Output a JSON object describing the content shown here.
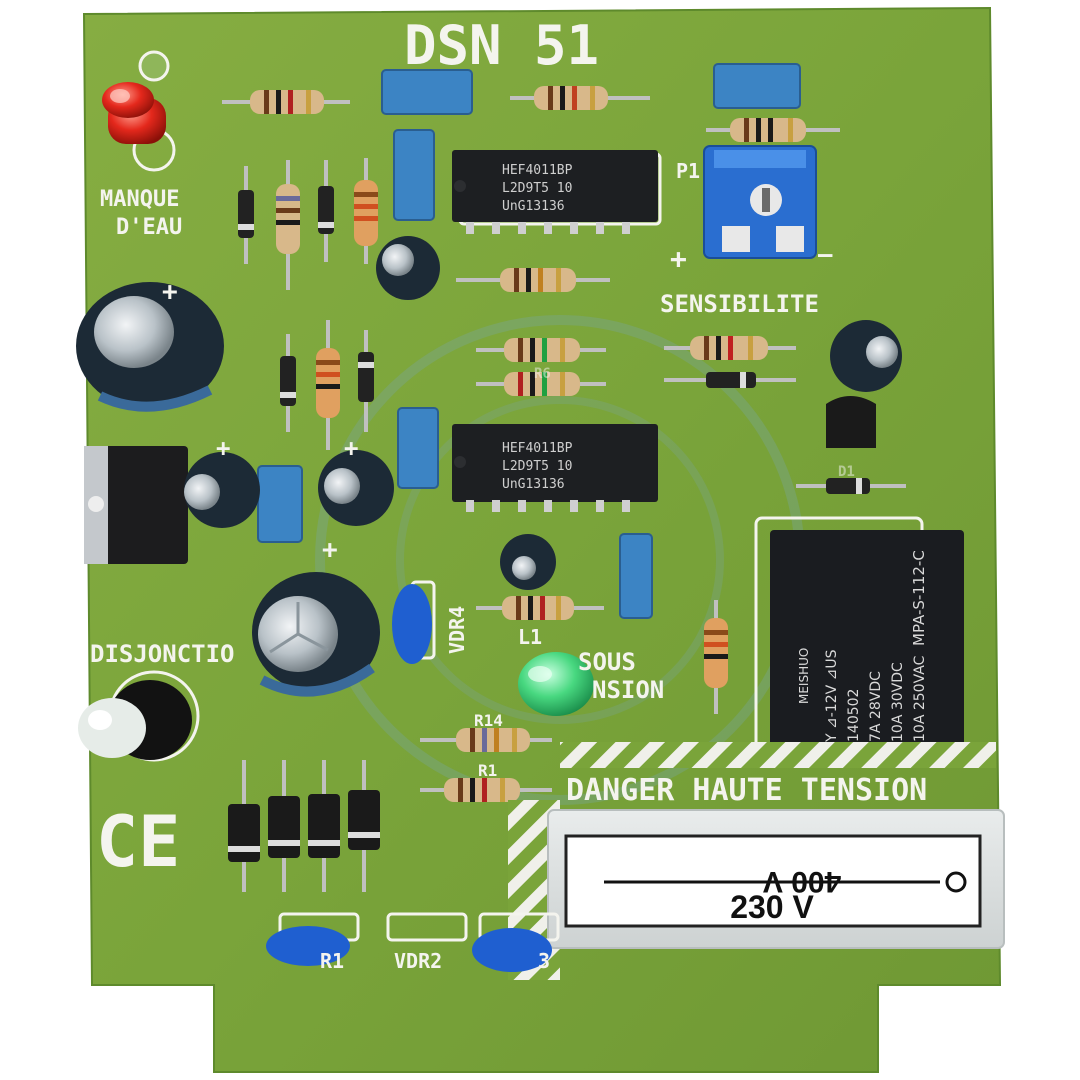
{
  "board": {
    "title": "DSN 51",
    "labels": {
      "manque_line1": "MANQUE",
      "manque_line2": "D'EAU",
      "sensibilite": "SENSIBILITE",
      "p1": "P1",
      "disjonction": "DISJONCTIO",
      "sous_line1": "SOUS",
      "sous_line2": "NSION",
      "l1": "L1",
      "vdr4": "VDR4",
      "vdr2": "VDR2",
      "vdr1": "R1",
      "vdr3": "3",
      "r14": "R14",
      "r1": "R1",
      "r6": "R6",
      "d1": "D1",
      "plus": "+",
      "minus": "—",
      "ce": "CE",
      "danger": "DANGER HAUTE TENSION"
    },
    "chips": [
      {
        "line1": "HEF4011BP",
        "line2": "L2D9T5   10",
        "line3": "UnG13136"
      },
      {
        "line1": "HEF4011BP",
        "line2": "L2D9T5   10",
        "line3": "UnG13136"
      }
    ],
    "relay": {
      "text1": "Y  ⊿-12V  ⊿US",
      "text2": "140502",
      "text3": "7A  28VDC",
      "text4": "10A  30VDC",
      "text5": "10A 250VAC",
      "text6": "MPA-S-112-C",
      "brand": "MEISHUO"
    },
    "fuse": {
      "top": "400 V",
      "bottom": "230 V"
    }
  },
  "colors": {
    "pcb": "#7aa43a",
    "silkscreen": "#f4f4ee",
    "resistor": "#d8b88a",
    "capacitor_blue": "#3c84c4",
    "electrolytic": "#1c2a36",
    "led_red": "#e4281c",
    "led_green": "#48d880",
    "relay": "#1a1c20",
    "varistor": "#1f5fd0"
  }
}
